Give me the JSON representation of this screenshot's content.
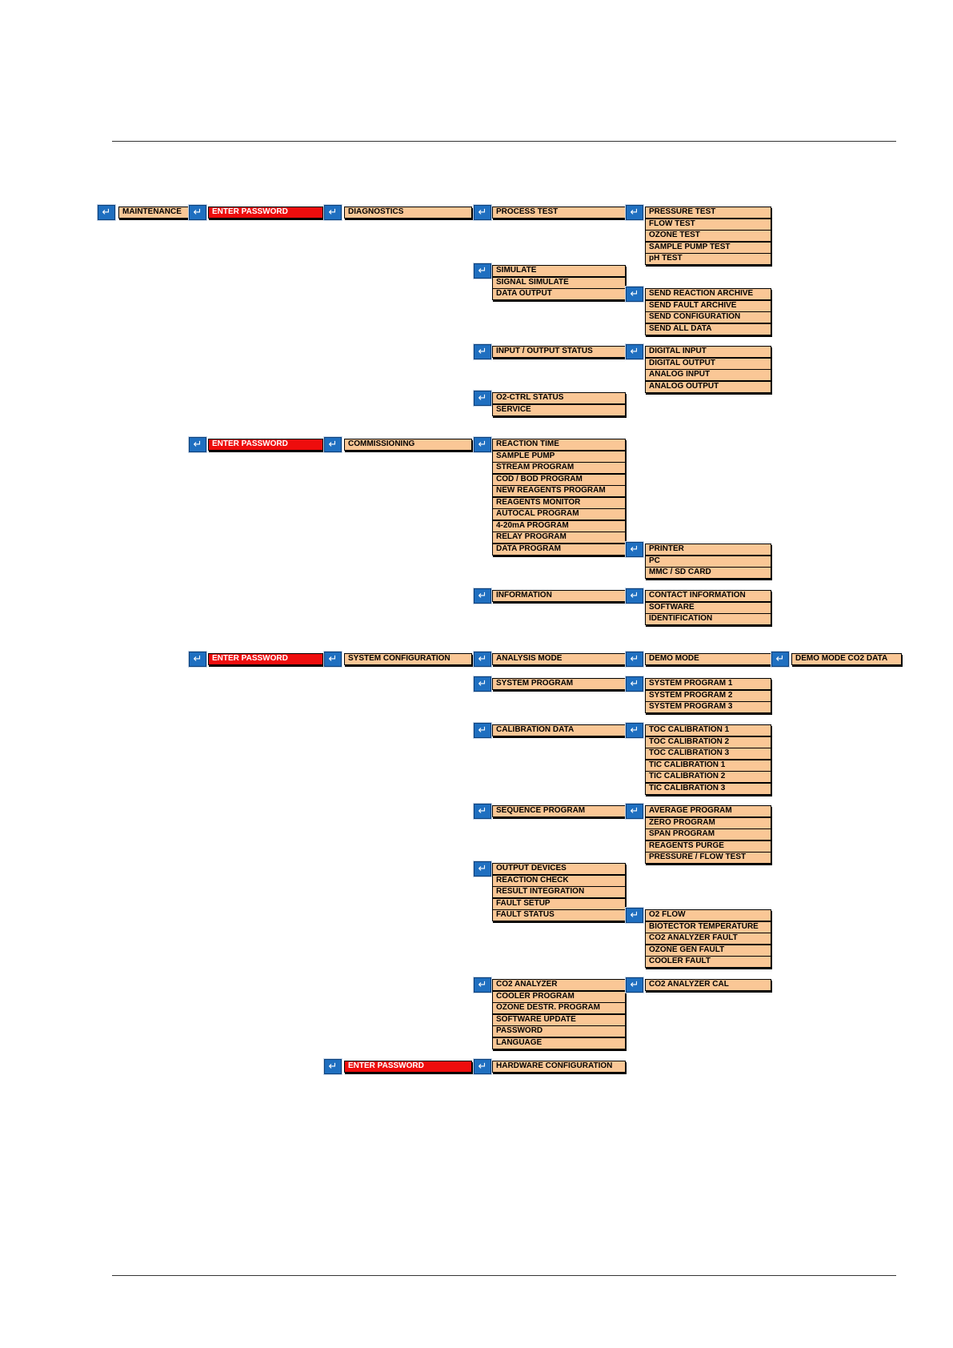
{
  "colors": {
    "item_fill": "#fac796",
    "password_fill": "#ee0d0d",
    "enter_icon": "#1f6fc0"
  },
  "icon": "enter-key-icon",
  "menu": {
    "maintenance": "MAINTENANCE",
    "enter_password": "ENTER PASSWORD",
    "diagnostics": "DIAGNOSTICS",
    "commissioning": "COMMISSIONING",
    "system_configuration": "SYSTEM CONFIGURATION",
    "process_test": "PROCESS TEST",
    "process_test_items": [
      "PRESSURE TEST",
      "FLOW TEST",
      "OZONE TEST",
      "SAMPLE PUMP TEST",
      "pH TEST"
    ],
    "simulate_group": [
      "SIMULATE",
      "SIGNAL SIMULATE",
      "DATA OUTPUT"
    ],
    "data_output_items": [
      "SEND REACTION ARCHIVE",
      "SEND FAULT ARCHIVE",
      "SEND CONFIGURATION",
      "SEND ALL DATA"
    ],
    "input_output_status": "INPUT / OUTPUT STATUS",
    "io_items": [
      "DIGITAL INPUT",
      "DIGITAL OUTPUT",
      "ANALOG INPUT",
      "ANALOG OUTPUT"
    ],
    "o2_group": [
      "O2-CTRL STATUS",
      "SERVICE"
    ],
    "commissioning_items": [
      "REACTION TIME",
      "SAMPLE PUMP",
      "STREAM PROGRAM",
      "COD / BOD PROGRAM",
      "NEW REAGENTS PROGRAM",
      "REAGENTS MONITOR",
      "AUTOCAL PROGRAM",
      "4-20mA PROGRAM",
      "RELAY PROGRAM",
      "DATA PROGRAM"
    ],
    "data_program_items": [
      "PRINTER",
      "PC",
      "MMC / SD CARD"
    ],
    "information": "INFORMATION",
    "information_items": [
      "CONTACT INFORMATION",
      "SOFTWARE",
      "IDENTIFICATION"
    ],
    "analysis_mode": "ANALYSIS MODE",
    "demo_mode": "DEMO MODE",
    "demo_mode_co2": "DEMO MODE CO2 DATA",
    "system_program": "SYSTEM PROGRAM",
    "system_program_items": [
      "SYSTEM PROGRAM 1",
      "SYSTEM PROGRAM 2",
      "SYSTEM PROGRAM 3"
    ],
    "calibration_data": "CALIBRATION DATA",
    "calibration_items": [
      "TOC CALIBRATION 1",
      "TOC CALIBRATION 2",
      "TOC CALIBRATION 3",
      "TIC CALIBRATION 1",
      "TIC CALIBRATION 2",
      "TIC CALIBRATION 3"
    ],
    "sequence_program": "SEQUENCE PROGRAM",
    "sequence_items": [
      "AVERAGE PROGRAM",
      "ZERO PROGRAM",
      "SPAN PROGRAM",
      "REAGENTS PURGE",
      "PRESSURE / FLOW TEST"
    ],
    "output_group": [
      "OUTPUT DEVICES",
      "REACTION CHECK",
      "RESULT INTEGRATION",
      "FAULT SETUP",
      "FAULT STATUS"
    ],
    "fault_status_items": [
      "O2 FLOW",
      "BIOTECTOR TEMPERATURE",
      "CO2 ANALYZER FAULT",
      "OZONE GEN FAULT",
      "COOLER FAULT"
    ],
    "co2_group": [
      "CO2 ANALYZER",
      "COOLER PROGRAM",
      "OZONE DESTR. PROGRAM",
      "SOFTWARE UPDATE",
      "PASSWORD",
      "LANGUAGE"
    ],
    "co2_analyzer_items": [
      "CO2 ANALYZER CAL"
    ],
    "hardware_configuration": "HARDWARE CONFIGURATION"
  }
}
